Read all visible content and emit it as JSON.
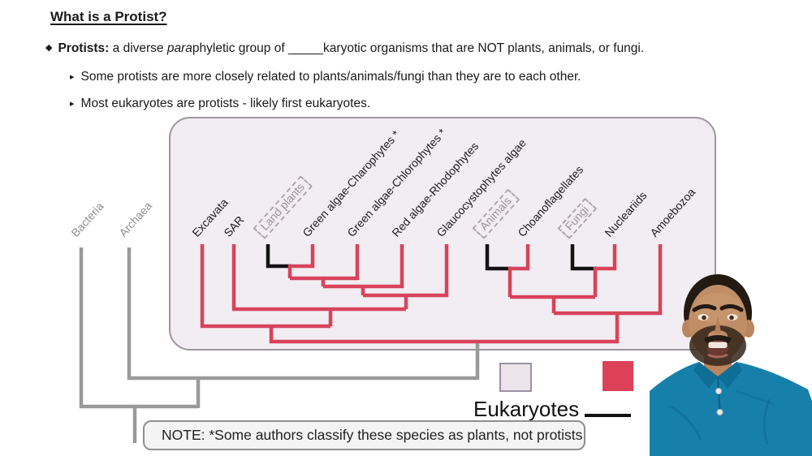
{
  "slide": {
    "title": "What is a Protist?",
    "bullet1": {
      "marker": "◆",
      "term": "Protists:",
      "pre": " a diverse ",
      "italic": "para",
      "mid": "phyletic group of ",
      "blank": "_____",
      "post": "karyotic organisms that are NOT plants, animals, or fungi."
    },
    "sub_bullets": [
      {
        "marker": "▸",
        "text": "Some protists are more closely related to plants/animals/fungi than they are to each other."
      },
      {
        "marker": "▸",
        "text": "Most eukaryotes are protists - likely first eukaryotes."
      }
    ]
  },
  "tree": {
    "outgroup_taxa": [
      {
        "name": "Bacteria"
      },
      {
        "name": "Archaea"
      }
    ],
    "taxa": [
      {
        "name": "Excavata",
        "boxed": false
      },
      {
        "name": "SAR",
        "boxed": false
      },
      {
        "name": "Land plants",
        "boxed": true
      },
      {
        "name": "Green algae-Charophytes *",
        "boxed": false
      },
      {
        "name": "Green algae-Chlorophytes *",
        "boxed": false
      },
      {
        "name": "Red algae-Rhodophytes",
        "boxed": false
      },
      {
        "name": "Glaucocystophytes algae",
        "boxed": false
      },
      {
        "name": "Animals",
        "boxed": true
      },
      {
        "name": "Choanoflagellates",
        "boxed": false
      },
      {
        "name": "Fungi",
        "boxed": true
      },
      {
        "name": "Nucleariids",
        "boxed": false
      },
      {
        "name": "Amoebozoa",
        "boxed": false
      }
    ],
    "colors": {
      "protist_branch": "#d8435b",
      "non_protist_branch": "#131313",
      "outgroup_branch": "#9a9a9a",
      "box_fill": "#f2edf2",
      "box_border": "#9e95a0"
    }
  },
  "legend": {
    "eukaryotes_label": "Eukaryotes",
    "protist_box_swatch": "#ebe4eb",
    "protist_line_swatch": "#dc4159",
    "non_protist_line_swatch": "#111111"
  },
  "note": {
    "text": "NOTE: *Some authors classify these species as plants, not protists"
  },
  "presenter": {
    "shirt_color": "#1680ab",
    "skin_color": "#c08e66",
    "hair_color": "#241a14"
  }
}
